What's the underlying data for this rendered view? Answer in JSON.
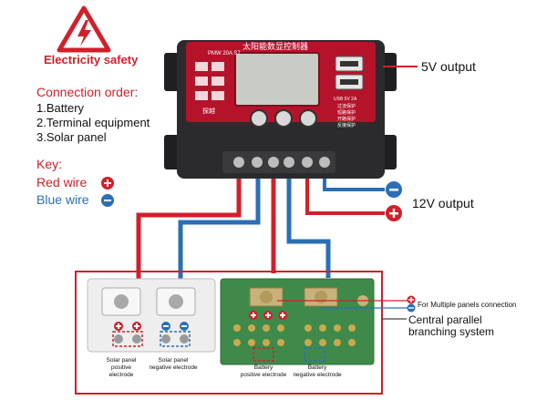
{
  "warning": {
    "label": "Electricity safety"
  },
  "controller": {
    "model": "PMW 20A S7",
    "title_cn": "太阳能数显控制器",
    "brand_cn": "探越",
    "usb_spec": "USB  5V  2A",
    "protections_cn": [
      "过流保护",
      "短路保护",
      "开路保护",
      "反接保护"
    ]
  },
  "connection": {
    "heading": "Connection order:",
    "steps": [
      "1.Battery",
      "2.Terminal equipment",
      "3.Solar panel"
    ]
  },
  "key": {
    "heading": "Key:",
    "red": "Red wire",
    "blue": "Blue wire"
  },
  "outputs": {
    "usb": "5V output",
    "dc": "12V output"
  },
  "branching": {
    "multiple_panels": "For Multiple panels connection",
    "system_line1": "Central parallel",
    "system_line2": "branching system"
  },
  "terminals": {
    "solar_pos_l1": "Solar panel",
    "solar_pos_l2": "positive electrode",
    "solar_neg_l1": "Solar panel",
    "solar_neg_l2": "negative electrode",
    "bat_pos_l1": "Battery",
    "bat_pos_l2": "positive electrode",
    "bat_neg_l1": "Battery",
    "bat_neg_l2": "negative electrode"
  },
  "colors": {
    "red": "#d0202a",
    "blue": "#2a6fb5",
    "controller_body": "#2b2b2e",
    "controller_face": "#b5132a",
    "lcd": "#c8ccc4",
    "green_board": "#3f8a4a"
  },
  "icons": [
    "lightning-warning-icon",
    "plus-circle-icon",
    "minus-circle-icon",
    "usb-port-icon"
  ]
}
